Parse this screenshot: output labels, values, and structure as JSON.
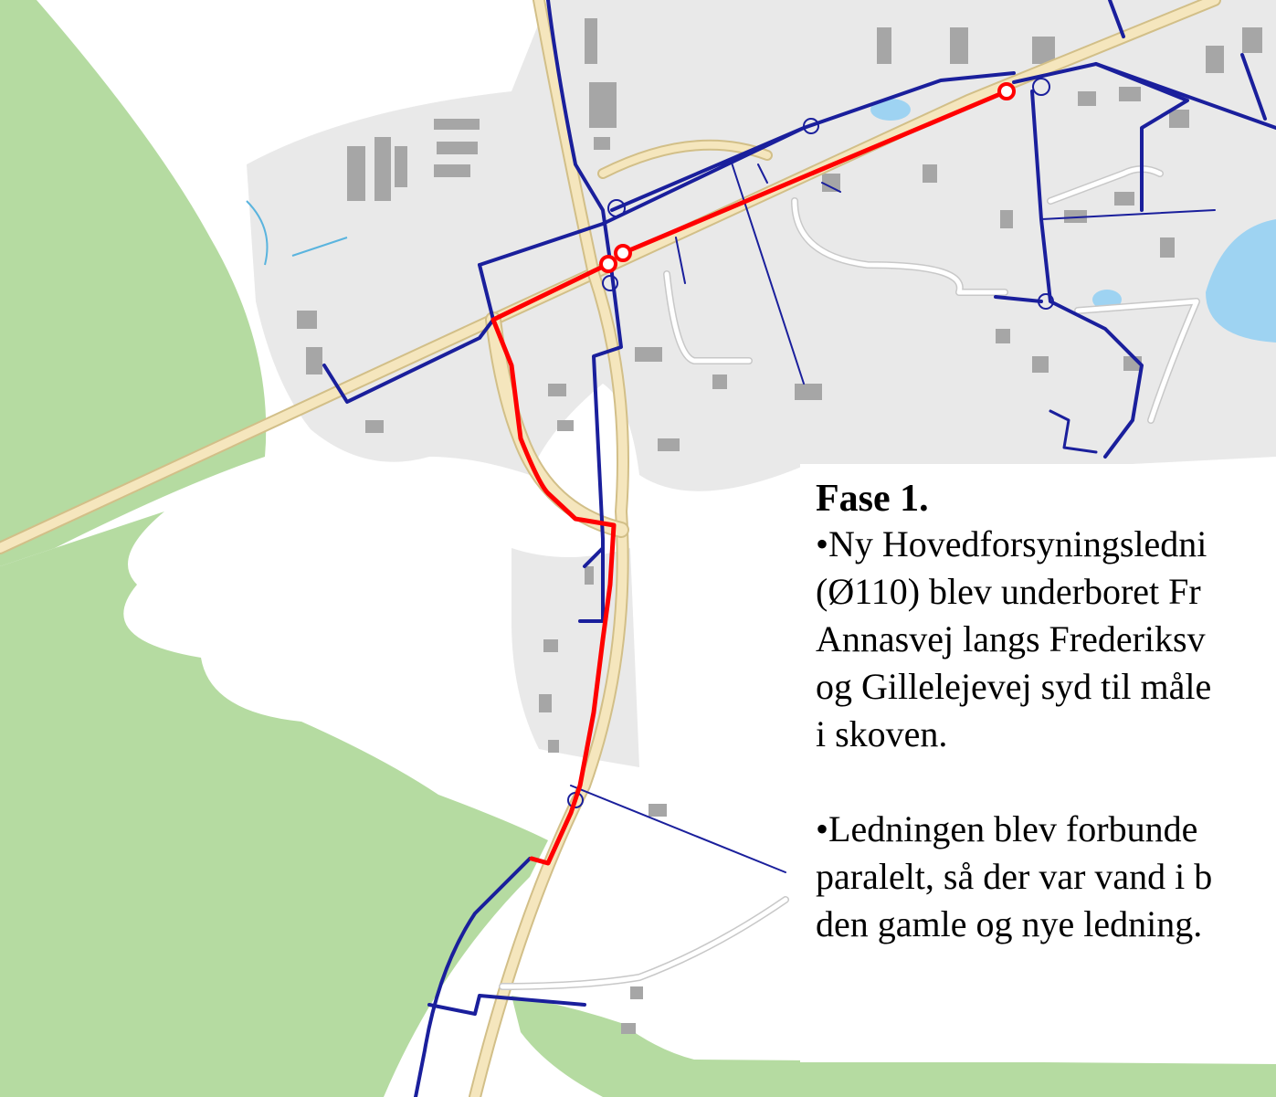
{
  "panel": {
    "title": "Fase 1.",
    "bullets": [
      {
        "marker": "•",
        "lines": [
          "Ny Hovedforsyningsledni",
          "(Ø110) blev underboret Fr",
          "Annasvej langs Frederiksv",
          "og Gillelejevej syd til måle",
          "i skoven."
        ]
      },
      {
        "marker": "•",
        "lines": [
          "Ledningen blev forbunde",
          "paralelt, så der var vand i b",
          "den gamle og nye ledning."
        ]
      }
    ]
  },
  "map": {
    "colors": {
      "forest": "#b5dba1",
      "urban": "#e9e9e9",
      "building": "#a6a6a6",
      "road_fill": "#f5e6bd",
      "road_edge": "#d2bf88",
      "water": "#9ed3f2",
      "pipe_existing": "#1a1f9c",
      "pipe_new": "#ff0000",
      "marker_fill": "#ffffff"
    },
    "legend_icons": [
      "connection-point-icon"
    ]
  }
}
